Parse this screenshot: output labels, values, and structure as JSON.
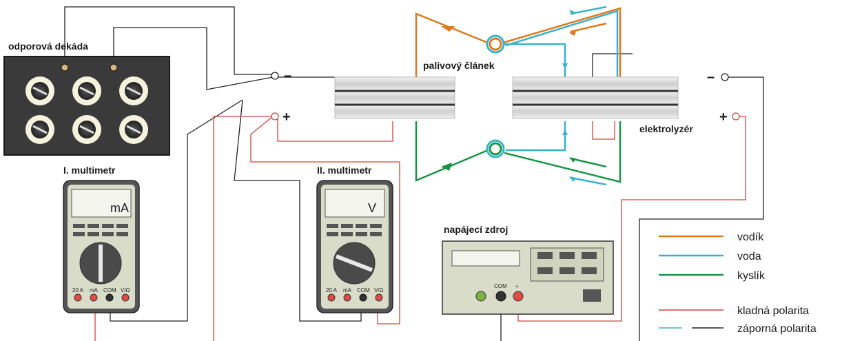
{
  "labels": {
    "resistor": "odporová dekáda",
    "multimeter1": "I. multimetr",
    "multimeter2": "II. multimetr",
    "fuel_cell": "palivový článek",
    "electrolyzer": "elektrolyzér",
    "power_supply": "napájecí zdroj"
  },
  "multimeter1": {
    "display": "mA",
    "terminals": [
      "20 A",
      "mA",
      "COM",
      "V/Ω"
    ]
  },
  "multimeter2": {
    "display": "V",
    "terminals": [
      "20 A",
      "mA",
      "COM",
      "V/Ω"
    ]
  },
  "power_supply": {
    "terminals": [
      "COM",
      "+"
    ]
  },
  "signs": {
    "minus": "–",
    "plus": "+"
  },
  "legend": [
    {
      "label": "vodík",
      "color": "#e0781f"
    },
    {
      "label": "voda",
      "color": "#35b3cc"
    },
    {
      "label": "kyslík",
      "color": "#179545"
    },
    {
      "label": "kladná polarita",
      "color": "#d6403a"
    },
    {
      "label": "záporná polarita",
      "color": "#35b3cc",
      "color2": "#222222"
    }
  ]
}
